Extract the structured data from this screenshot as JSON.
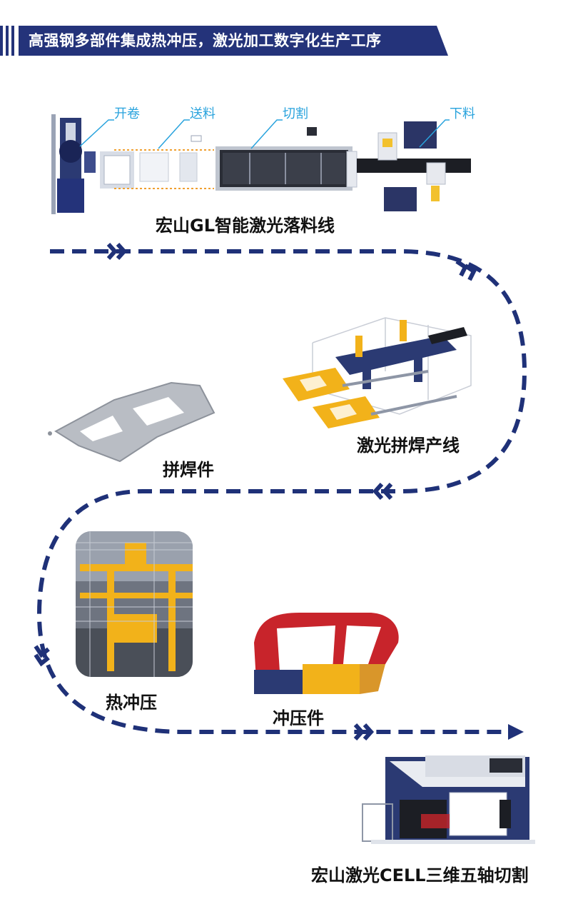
{
  "banner": {
    "title": "高强钢多部件集成热冲压，激光加工数字化生产工序",
    "color": "#24337a"
  },
  "flow_color": "#1f3178",
  "callout_color": "#29a3dd",
  "steps": {
    "blanking_line": {
      "label": "宏山GL智能激光落料线",
      "callouts": [
        "开卷",
        "送料",
        "切割",
        "下料"
      ]
    },
    "welded_part": {
      "label": "拼焊件"
    },
    "welding_line": {
      "label": "激光拼焊产线"
    },
    "hot_stamping": {
      "label": "热冲压"
    },
    "stamped_part": {
      "label": "冲压件"
    },
    "cutting_cell": {
      "label": "宏山激光CELL三维五轴切割"
    }
  }
}
